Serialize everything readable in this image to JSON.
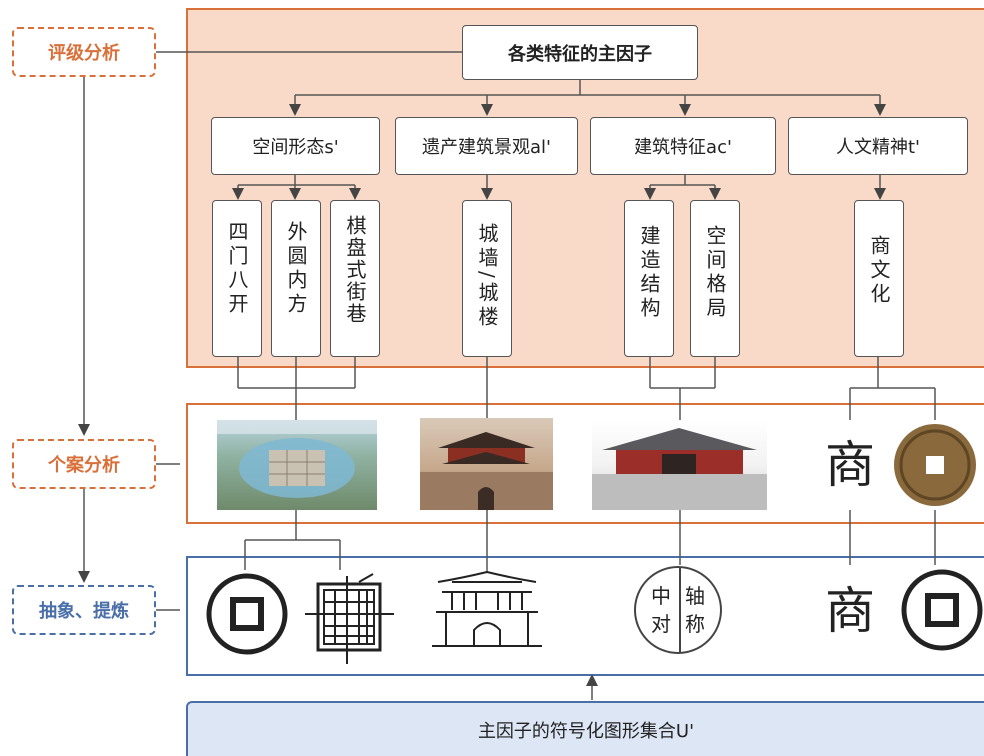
{
  "side_labels": {
    "rating": "评级分析",
    "case": "个案分析",
    "abstract": "抽象、提炼"
  },
  "root": "各类特征的主因子",
  "categories": [
    {
      "label": "空间形态s'",
      "children": [
        "四门八开",
        "外圆内方",
        "棋盘式街巷"
      ]
    },
    {
      "label": "遗产建筑景观al'",
      "children": [
        "城墙/城楼"
      ]
    },
    {
      "label": "建筑特征ac'",
      "children": [
        "建造结构",
        "空间格局"
      ]
    },
    {
      "label": "人文精神t'",
      "children": [
        "商文化"
      ]
    }
  ],
  "photos": [
    "aerial-city-rendering",
    "city-gate-tower",
    "traditional-hall",
    "shang-seal-character",
    "ancient-coin"
  ],
  "symbols": {
    "axis_chars": [
      "中",
      "轴",
      "对",
      "称"
    ],
    "seal_char": "商"
  },
  "footer": "主因子的符号化图形集合U'",
  "colors": {
    "orange": "#d9703a",
    "blue": "#4a6fa8",
    "panel_fill": "#f9d9c7",
    "footer_fill": "#dde6f5"
  }
}
